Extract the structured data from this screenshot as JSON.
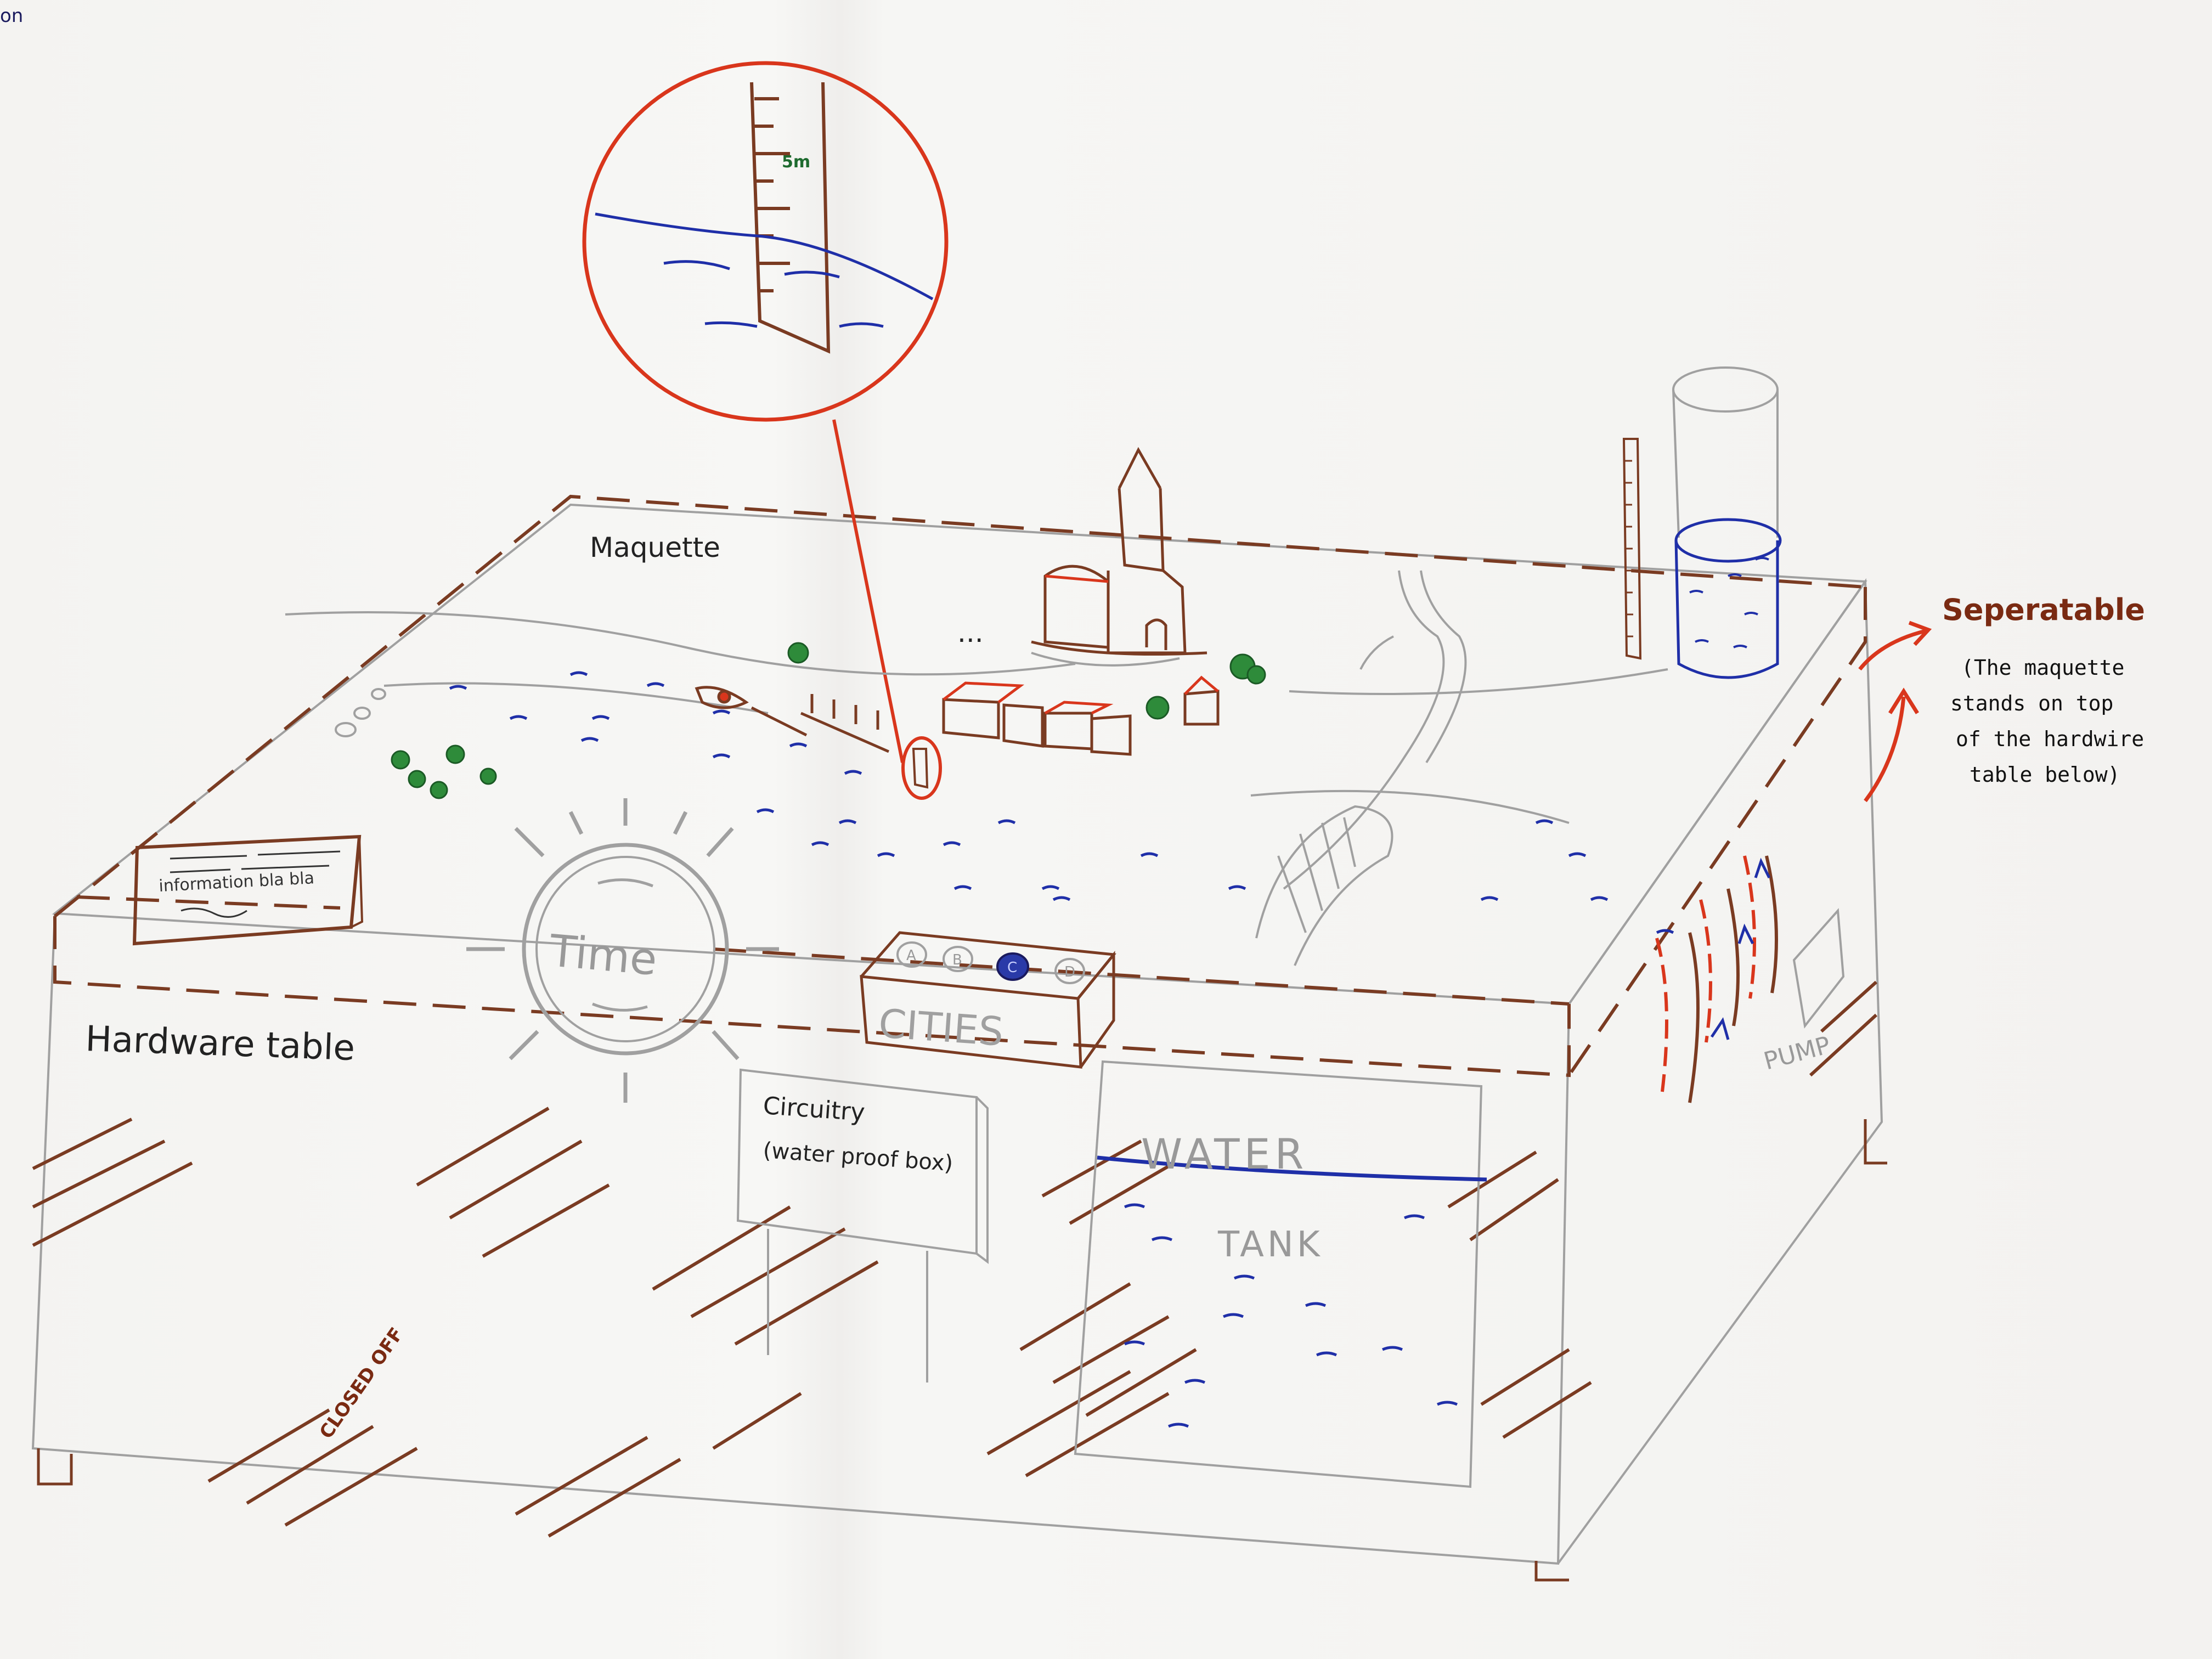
{
  "corner_text": "on",
  "maquette_label": "Maquette",
  "hardware_table_label": "Hardware table",
  "time_label": "Time",
  "cities_label": "CITIES",
  "city_buttons": [
    "A",
    "B",
    "C",
    "D"
  ],
  "info_panel_text": "information bla bla",
  "circuitry_line1": "Circuitry",
  "circuitry_line2": "(water proof box)",
  "water_label": "WATER",
  "tank_label": "TANK",
  "pump_label": "PUMP",
  "closed_off_label": "CLOSED OFF",
  "gauge_mark_label": "5m",
  "ellipsis": "...",
  "separatable": {
    "title": "Seperatable",
    "note_lines": [
      "(The maquette",
      "stands on top",
      "of the hardwire",
      "table below)"
    ]
  },
  "colors": {
    "pencil": "#9a9a9a",
    "brown": "#7a3b22",
    "red": "#d9361c",
    "water_blue": "#1f2fa8",
    "tree_green": "#2e8b3a",
    "ink_navy": "#1a1a5e"
  }
}
